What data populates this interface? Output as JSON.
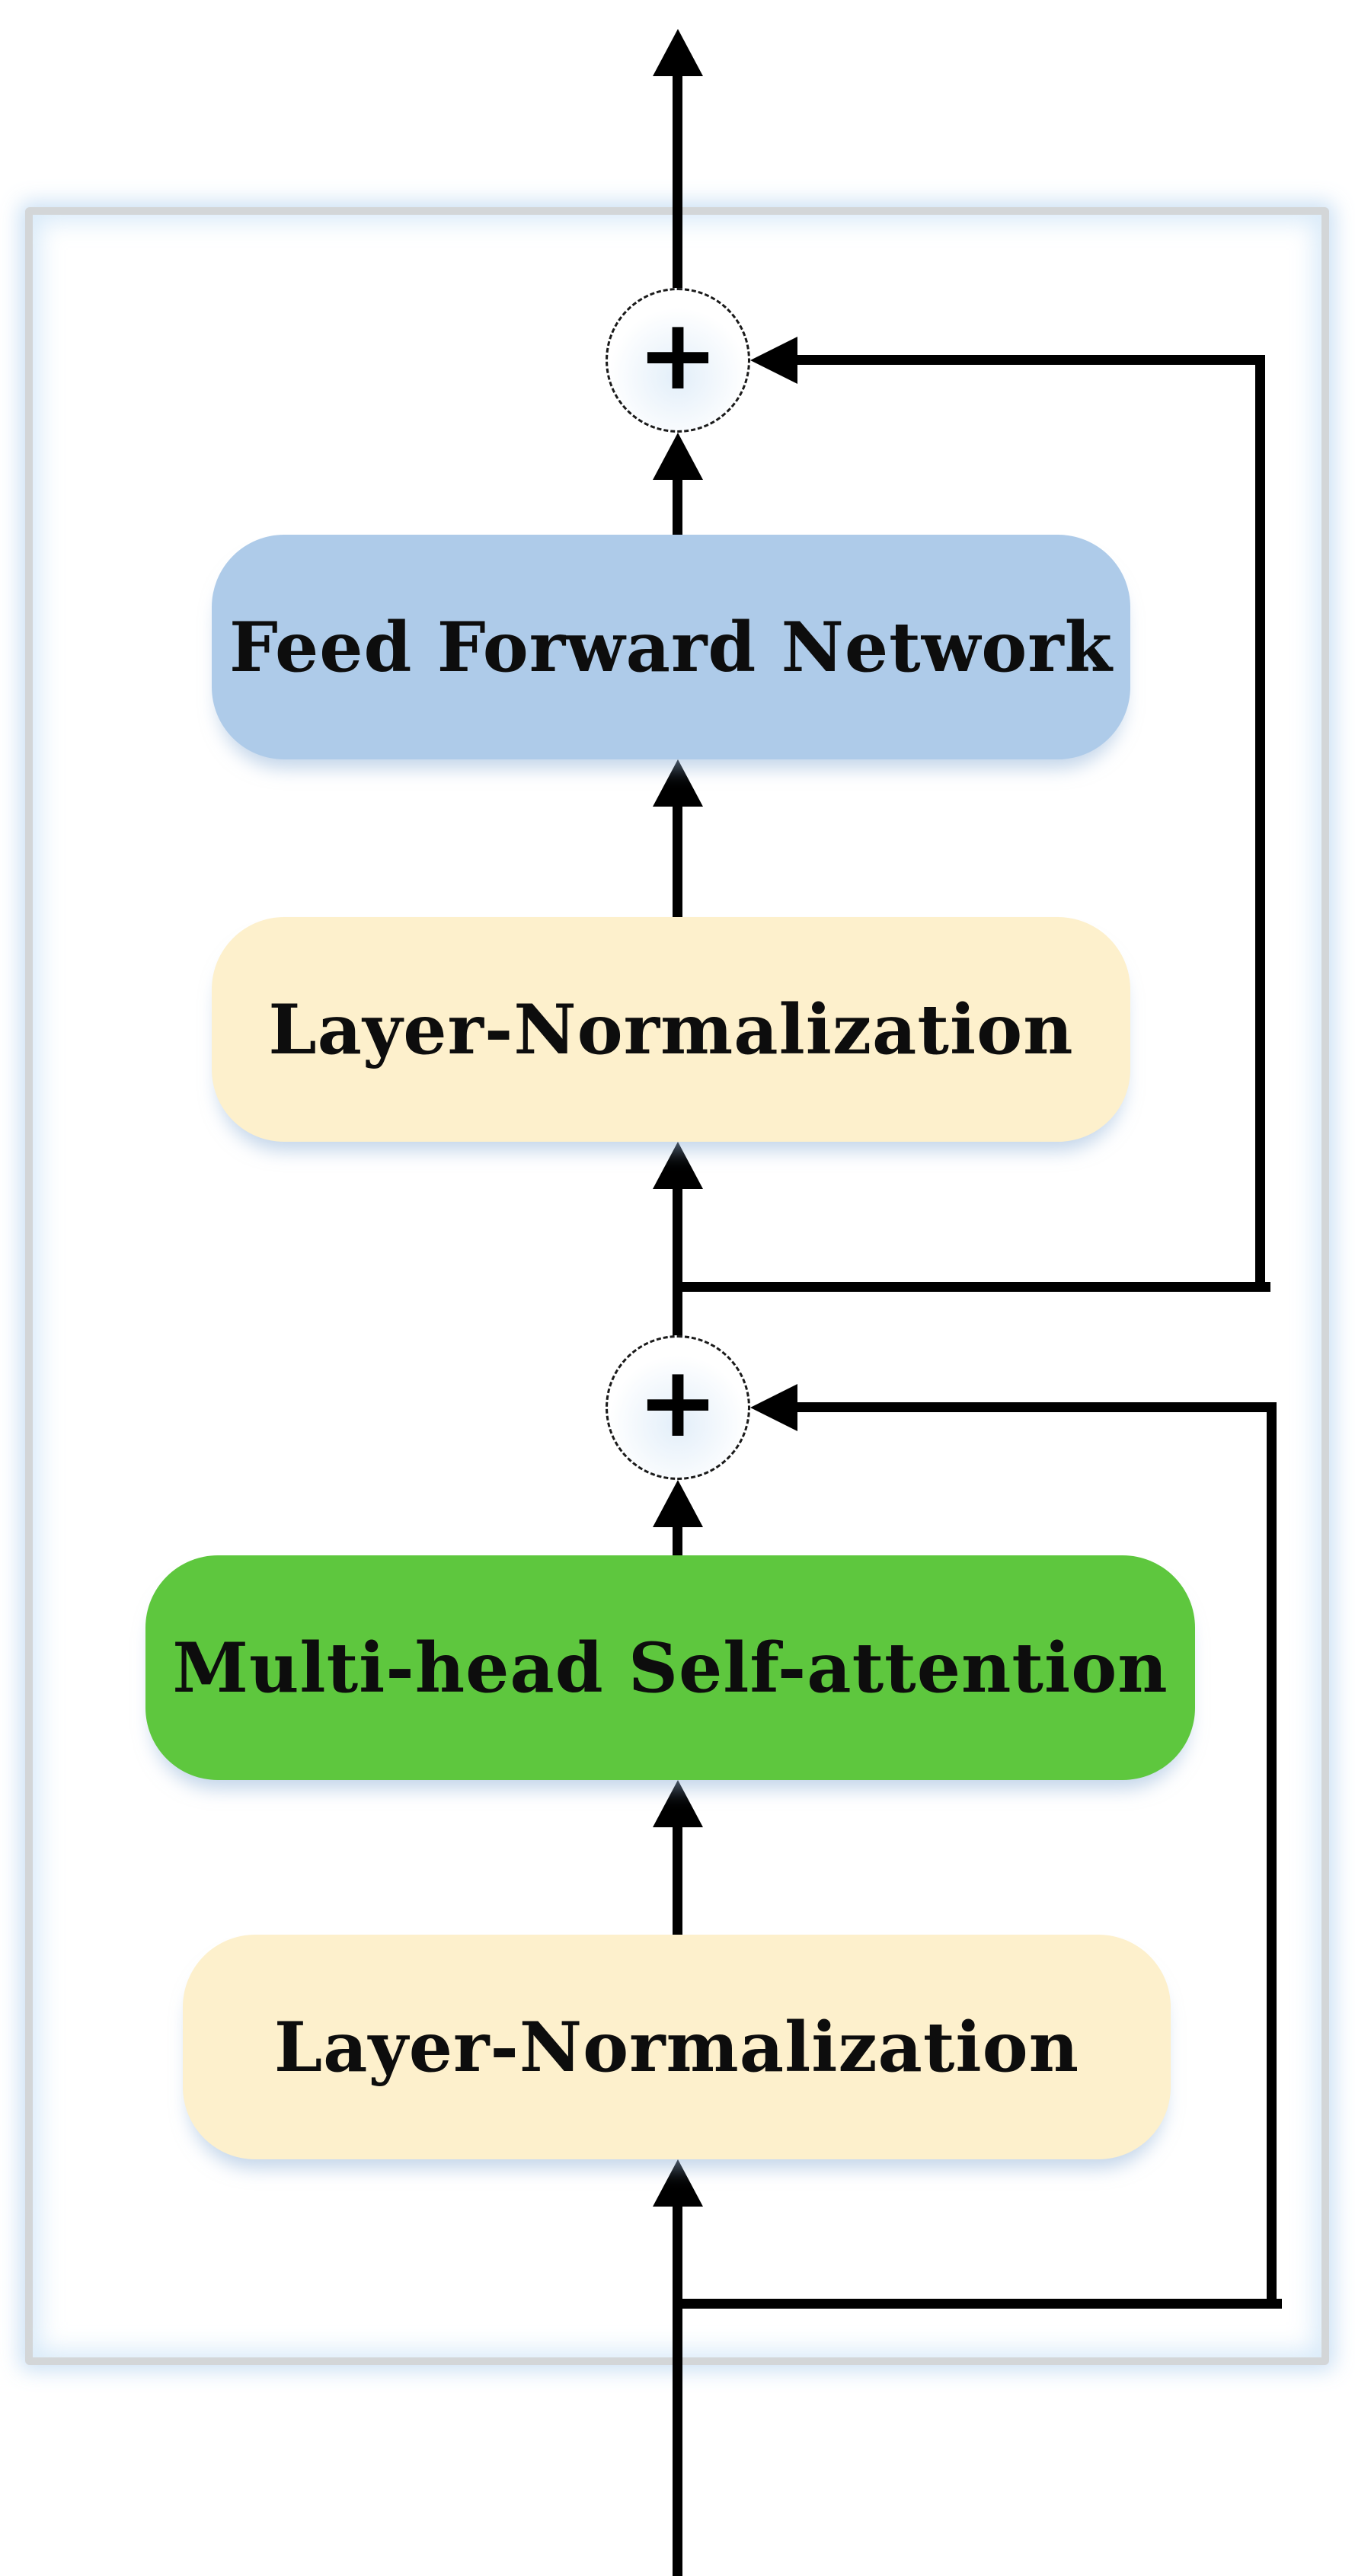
{
  "figure": {
    "blocks": [
      {
        "id": "feed-forward-network",
        "label": "Feed Forward Network",
        "fill": "#aecbe9"
      },
      {
        "id": "layer-normalization-top",
        "label": "Layer-Normalization",
        "fill": "#fdf0cc"
      },
      {
        "id": "multi-head-self-attention",
        "label": "Multi-head Self-attention",
        "fill": "#5ec73e"
      },
      {
        "id": "layer-normalization-bottom",
        "label": "Layer-Normalization",
        "fill": "#fdf0cc"
      }
    ],
    "operators": [
      {
        "id": "residual-add-top",
        "symbol": "+"
      },
      {
        "id": "residual-add-bottom",
        "symbol": "+"
      }
    ],
    "colors": {
      "connector": "#000000",
      "frame_border": "#d3d6d8",
      "canvas_background": "#ffffff",
      "text": "#0d0d0d",
      "glow_tint": "#cbe2f6"
    }
  }
}
